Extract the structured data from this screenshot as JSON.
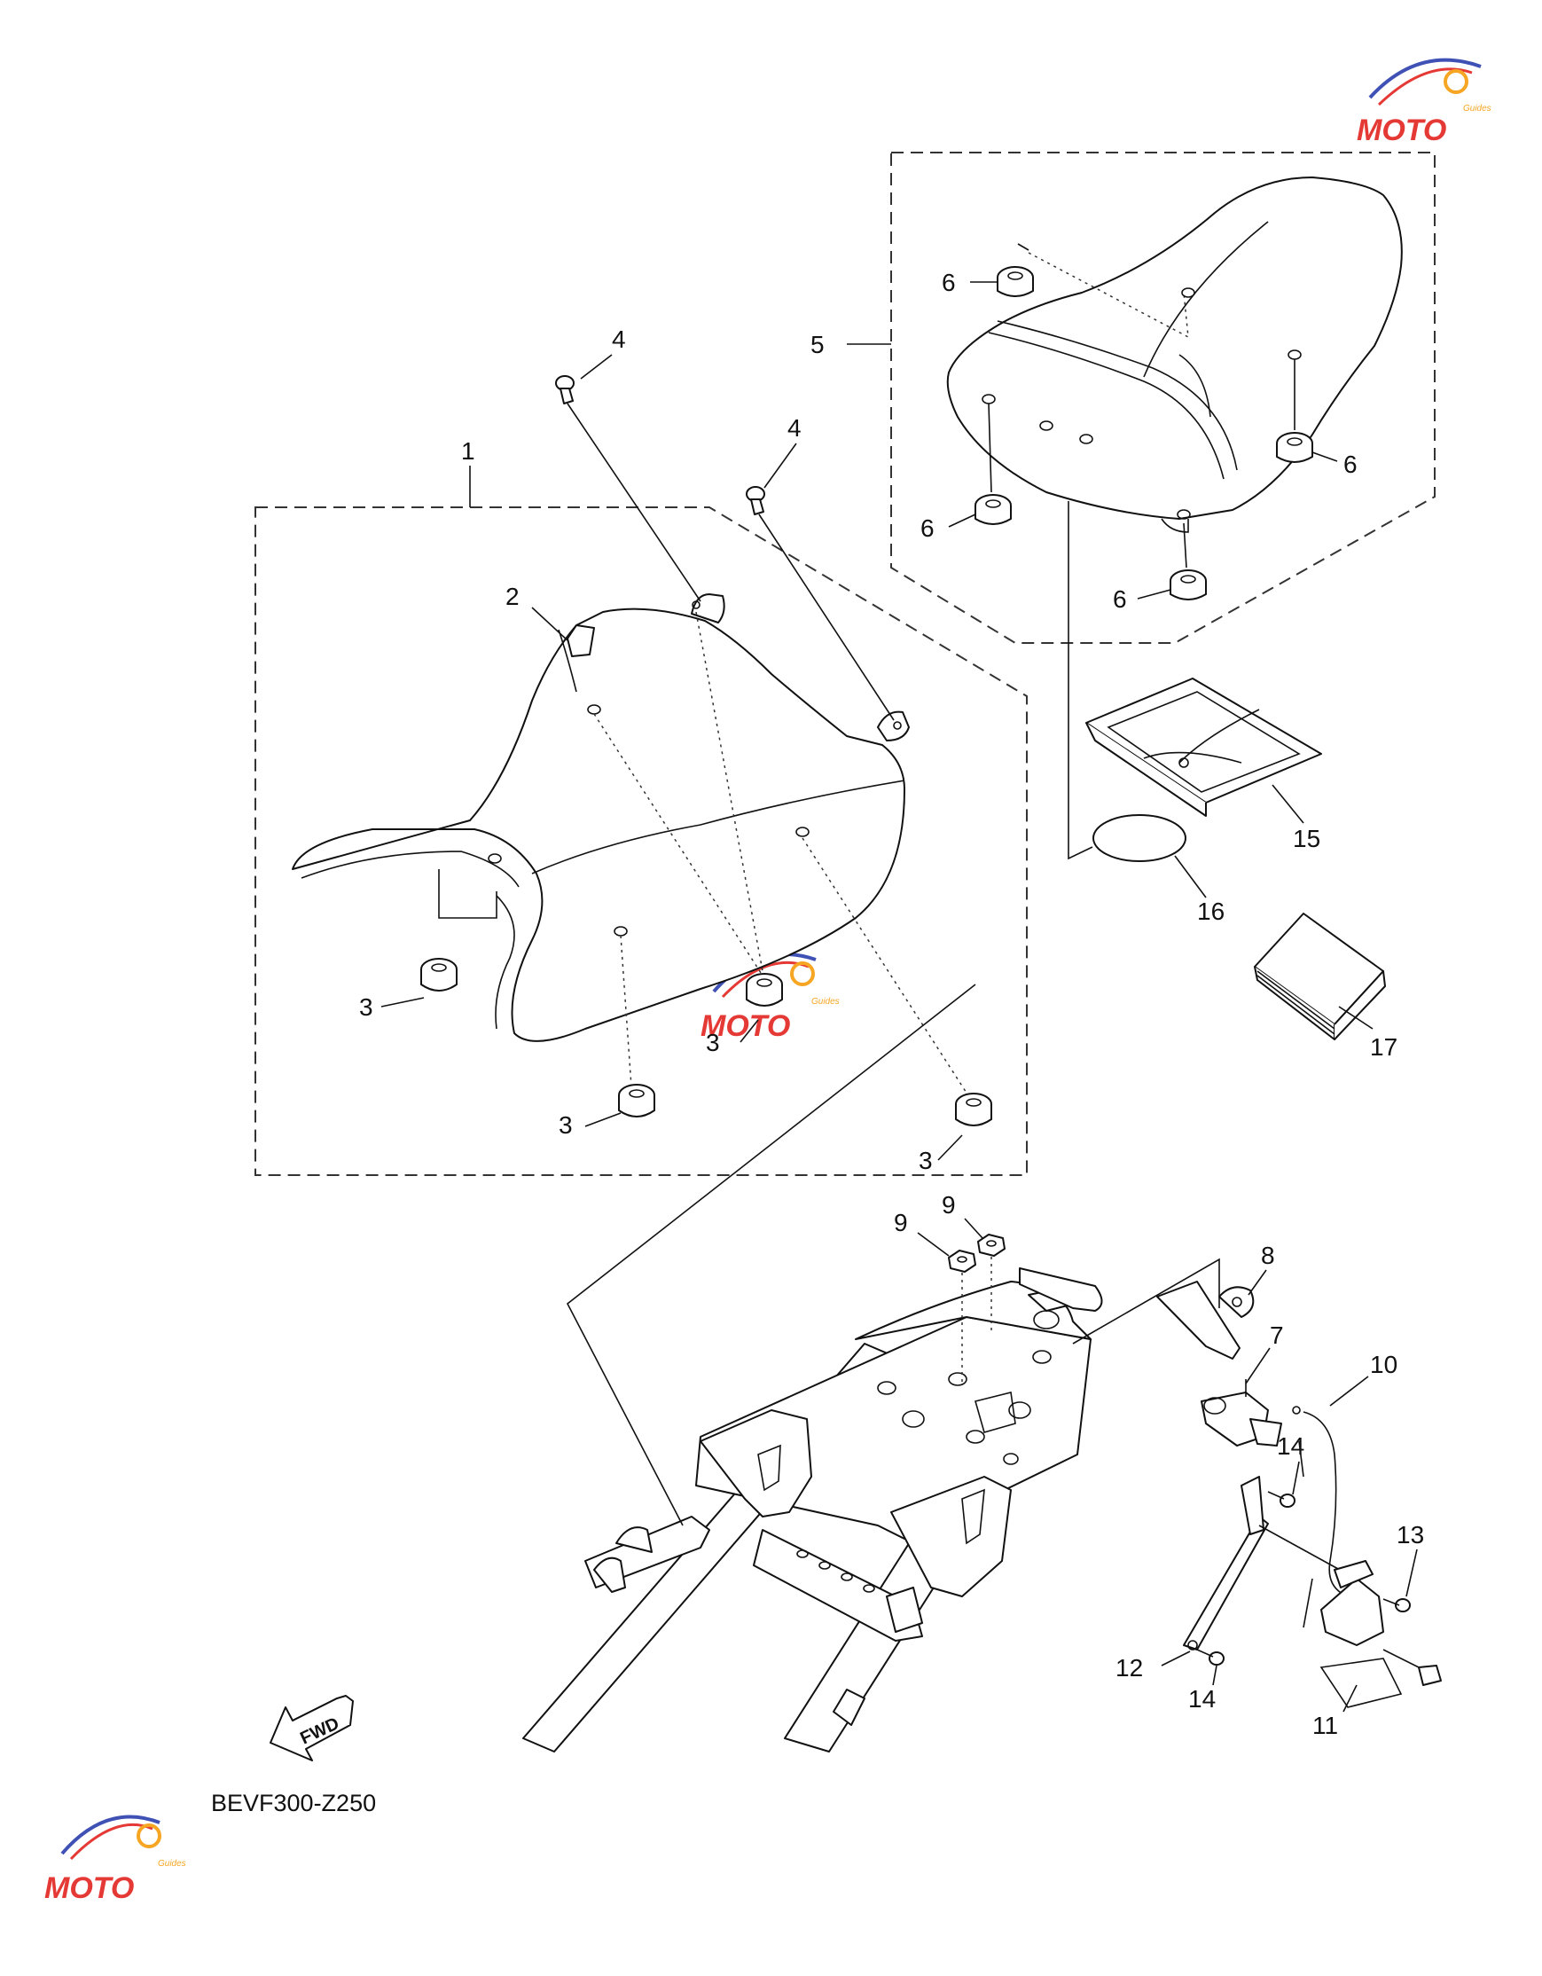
{
  "diagram_code": "BEVF300-Z250",
  "fwd_label": "FWD",
  "watermark": {
    "logo": "MOTO",
    "sub": "Guides"
  },
  "callouts": [
    "1",
    "2",
    "3",
    "3",
    "3",
    "3",
    "4",
    "4",
    "5",
    "6",
    "6",
    "6",
    "6",
    "7",
    "8",
    "9",
    "9",
    "10",
    "11",
    "12",
    "13",
    "14",
    "14",
    "15",
    "16",
    "17"
  ],
  "colors": {
    "line": "#111111",
    "watermark_red": "#e53935",
    "watermark_orange": "#f6a623",
    "watermark_blue": "#3f51b5"
  }
}
